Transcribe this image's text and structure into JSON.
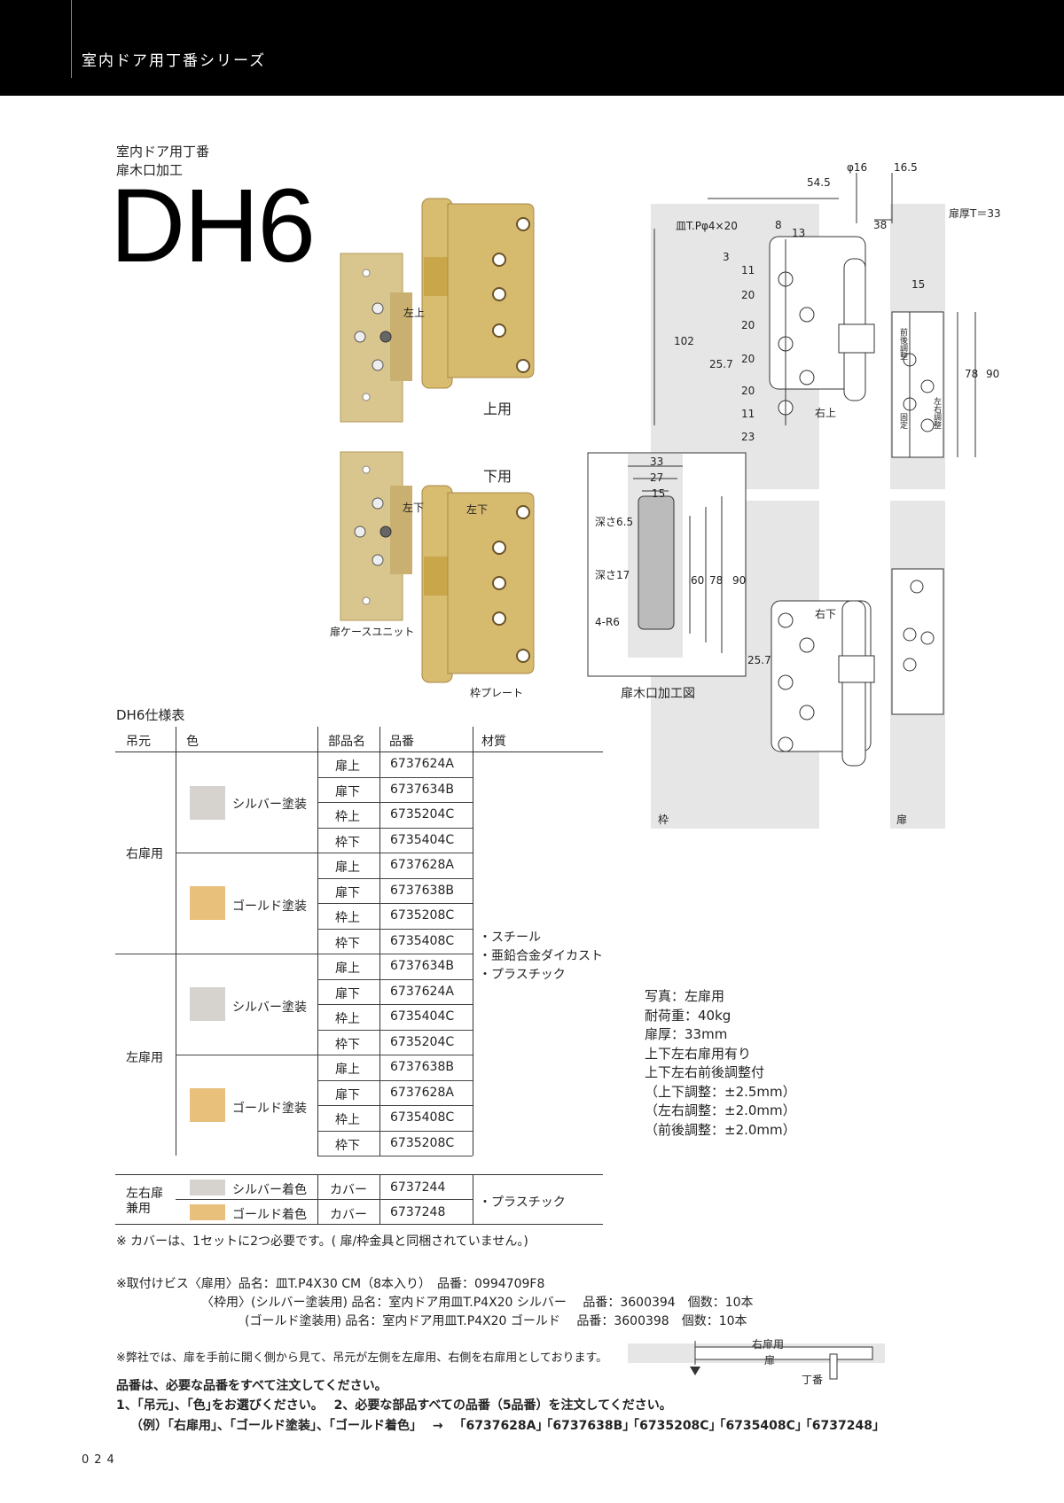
{
  "header": {
    "series_title": "室内ドア用丁番シリーズ"
  },
  "product": {
    "category": "室内ドア用丁番",
    "subcategory": "扉木口加工",
    "model": "DH6",
    "label_upper": "上用",
    "label_lower": "下用",
    "label_case_unit": "扉ケースユニット",
    "label_frame_plate": "枠プレート",
    "hinge_mark_left_upper": "左上",
    "hinge_mark_left_lower": "左下"
  },
  "drawing": {
    "dims_top": [
      "54.5",
      "φ16",
      "16.5",
      "38",
      "扉厚T＝33",
      "皿T.Pφ4×20",
      "8",
      "13",
      "3",
      "11",
      "20",
      "20",
      "20",
      "20",
      "11",
      "23",
      "102",
      "25.7",
      "15",
      "78",
      "90"
    ],
    "dims_cut": [
      "33",
      "27",
      "15",
      "深さ6.5",
      "深さ17",
      "4-R6",
      "60",
      "78",
      "90"
    ],
    "cut_caption": "扉木口加工図",
    "frame_label": "枠",
    "door_label": "扉",
    "mark_right_upper": "右上",
    "mark_right_lower": "右下",
    "lower_dim": "25.7",
    "plate_marks": [
      "前後調整",
      "固定",
      "左右調整"
    ]
  },
  "spec": {
    "title": "DH6仕様表",
    "headers": [
      "吊元",
      "色",
      "部品名",
      "品番",
      "材質"
    ],
    "hang_right": "右扉用",
    "hang_left": "左扉用",
    "hang_both": "左右扉兼用",
    "silver": "シルバー塗装",
    "gold": "ゴールド塗装",
    "parts": [
      "扉上",
      "扉下",
      "枠上",
      "枠下"
    ],
    "codes_right_silver": [
      "6737624A",
      "6737634B",
      "6735204C",
      "6735404C"
    ],
    "codes_right_gold": [
      "6737628A",
      "6737638B",
      "6735208C",
      "6735408C"
    ],
    "codes_left_silver": [
      "6737634B",
      "6737624A",
      "6735404C",
      "6735204C"
    ],
    "codes_left_gold": [
      "6737638B",
      "6737628A",
      "6735408C",
      "6735208C"
    ],
    "materials": [
      "・スチール",
      "・亜鉛合金ダイカスト",
      "・プラスチック"
    ],
    "cover_rows": [
      {
        "color": "シルバー着色",
        "part": "カバー",
        "code": "6737244"
      },
      {
        "color": "ゴールド着色",
        "part": "カバー",
        "code": "6737248"
      }
    ],
    "cover_material": "・プラスチック"
  },
  "info": [
    "写真：左扉用",
    "耐荷重：40kg",
    "扉厚：33mm",
    "上下左右扉用有り",
    "上下左右前後調整付",
    "（上下調整：±2.5mm）",
    "（左右調整：±2.0mm）",
    "（前後調整：±2.0mm）"
  ],
  "notes": {
    "cover_note": "※ カバーは、1セットに2つ必要です。( 扉/枠金具と同梱されていません。)",
    "screw1": "※取付けビス〈扉用〉品名：皿T.P4X30 CM（8本入り）　品番：0994709F8",
    "screw2": "〈枠用〉(シルバー塗装用) 品名：室内ドア用皿T.P4X20 シルバー　 品番：3600394　個数：10本",
    "screw3": "(ゴールド塗装用) 品名：室内ドア用皿T.P4X20 ゴールド　 品番：3600398　個数：10本",
    "hand_note": "※弊社では、扉を手前に開く側から見て、吊元が左側を左扉用、右側を右扉用としております。",
    "diagram_right": "右扉用",
    "diagram_door": "扉",
    "diagram_hinge": "丁番",
    "order1": "品番は、必要な品番をすべて注文してください。",
    "order2": "1、｢吊元｣、｢色｣をお選びください。　 2、必要な部品すべての品番（5品番）を注文してください。",
    "order3": "（例）｢右扉用｣、｢ゴールド塗装｣、｢ゴールド着色｣　  →　 ｢6737628A｣ ｢6737638B｣ ｢6735208C｣ ｢6735408C｣ ｢6737248｣"
  },
  "page_number": "024"
}
